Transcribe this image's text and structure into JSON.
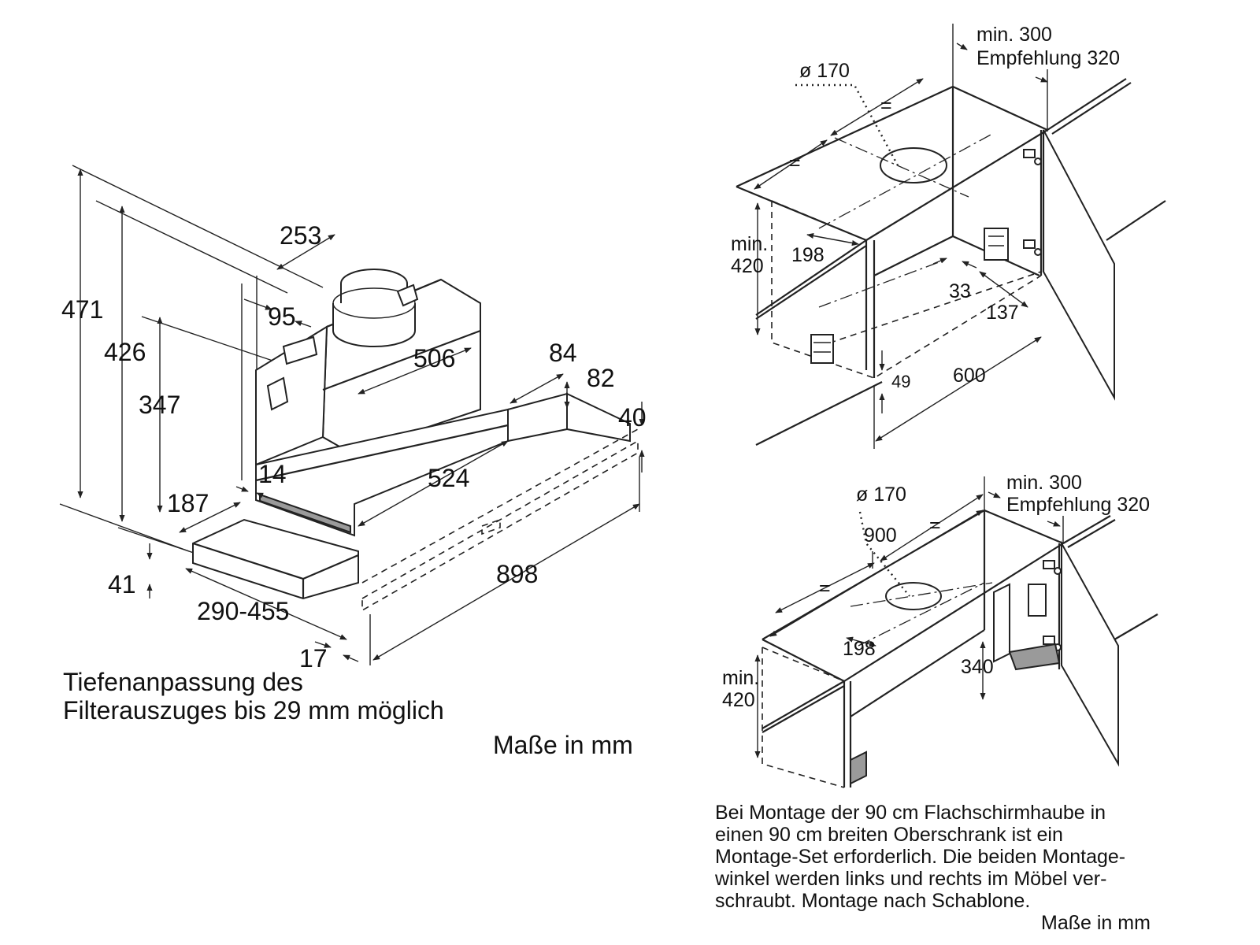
{
  "left_view": {
    "dimensions": {
      "height_total": "471",
      "height_426": "426",
      "height_347": "347",
      "depth_253": "253",
      "offset_95": "95",
      "length_506": "506",
      "width_84": "84",
      "height_82": "82",
      "height_40": "40",
      "length_524": "524",
      "offset_14": "14",
      "offset_187": "187",
      "height_41": "41",
      "width_898": "898",
      "range_290_455": "290-455",
      "offset_17": "17"
    },
    "note_lines": [
      "Tiefenanpassung des",
      "Filterauszuges bis 29 mm möglich"
    ],
    "units": "Maße in mm"
  },
  "top_right_view": {
    "duct_diameter": "ø 170",
    "min_line": "min. 300",
    "recommend_line": "Empfehlung 320",
    "equal_sign": "=",
    "min_height_top": "min.",
    "min_height_value": "420",
    "dim_198": "198",
    "dim_33": "33",
    "dim_137": "137",
    "dim_49": "49",
    "dim_600": "600"
  },
  "bottom_right_view": {
    "duct_diameter": "ø 170",
    "min_line": "min. 300",
    "recommend_line": "Empfehlung 320",
    "equal_sign": "=",
    "dim_900": "900",
    "dim_198": "198",
    "dim_340": "340",
    "min_height_top": "min.",
    "min_height_value": "420",
    "note_lines": [
      "Bei Montage der 90 cm Flachschirmhaube in",
      "einen 90 cm breiten Oberschrank ist ein",
      "Montage-Set erforderlich. Die beiden Montage-",
      "winkel werden links und rechts im Möbel ver-",
      "schraubt. Montage nach Schablone."
    ],
    "units": "Maße in mm"
  }
}
